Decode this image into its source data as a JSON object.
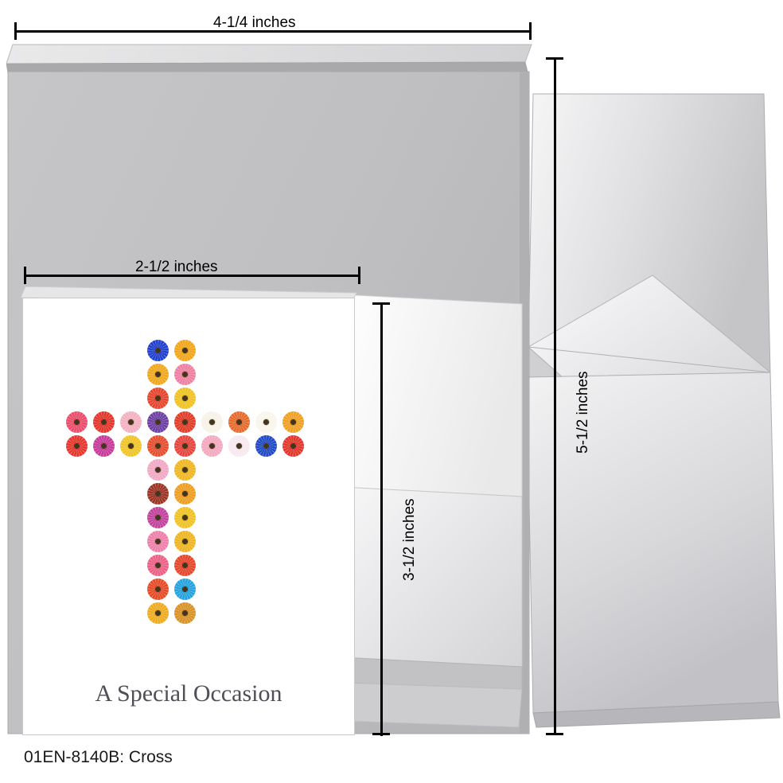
{
  "dimensions": {
    "card_width": "4-1/4 inches",
    "card_height": "5-1/2 inches",
    "front_width": "2-1/2 inches",
    "front_height": "3-1/2 inches"
  },
  "caption": {
    "text": "01EN-8140B: Cross"
  },
  "card": {
    "title": "A Special Occasion",
    "artwork_name": "flower-cross"
  },
  "colors": {
    "card_gray": "#c0c0c0",
    "card_gray_dark": "#b3b3b3",
    "envelope_gray": "#d6d6d8",
    "line_black": "#000000",
    "title_gray": "#4f4f57"
  },
  "artwork": {
    "cells": [
      {
        "r": 0,
        "c": 3,
        "color": "#1f3fcf"
      },
      {
        "r": 0,
        "c": 4,
        "color": "#f2a617"
      },
      {
        "r": 1,
        "c": 3,
        "color": "#f0a81b"
      },
      {
        "r": 1,
        "c": 4,
        "color": "#ef7fa0"
      },
      {
        "r": 2,
        "c": 3,
        "color": "#e8432c"
      },
      {
        "r": 2,
        "c": 4,
        "color": "#efc221"
      },
      {
        "r": 3,
        "c": 0,
        "color": "#ee4b6a"
      },
      {
        "r": 3,
        "c": 1,
        "color": "#e5342a"
      },
      {
        "r": 3,
        "c": 2,
        "color": "#f3b0c0"
      },
      {
        "r": 3,
        "c": 3,
        "color": "#6d3fa3"
      },
      {
        "r": 3,
        "c": 4,
        "color": "#e33b27"
      },
      {
        "r": 3,
        "c": 5,
        "color": "#f6f2e6"
      },
      {
        "r": 3,
        "c": 6,
        "color": "#e86a2a"
      },
      {
        "r": 3,
        "c": 7,
        "color": "#f8f5ea"
      },
      {
        "r": 3,
        "c": 8,
        "color": "#f0a020"
      },
      {
        "r": 4,
        "c": 0,
        "color": "#e8342c"
      },
      {
        "r": 4,
        "c": 1,
        "color": "#c7399b"
      },
      {
        "r": 4,
        "c": 2,
        "color": "#f1c425"
      },
      {
        "r": 4,
        "c": 3,
        "color": "#e74d2c"
      },
      {
        "r": 4,
        "c": 4,
        "color": "#e8433a"
      },
      {
        "r": 4,
        "c": 5,
        "color": "#f4a7bf"
      },
      {
        "r": 4,
        "c": 6,
        "color": "#f7e9ef"
      },
      {
        "r": 4,
        "c": 7,
        "color": "#1f49c6"
      },
      {
        "r": 4,
        "c": 8,
        "color": "#e4352a"
      },
      {
        "r": 5,
        "c": 3,
        "color": "#f2a7c4"
      },
      {
        "r": 5,
        "c": 4,
        "color": "#efb620"
      },
      {
        "r": 6,
        "c": 3,
        "color": "#9c3322"
      },
      {
        "r": 6,
        "c": 4,
        "color": "#ef9d1e"
      },
      {
        "r": 7,
        "c": 3,
        "color": "#c3409c"
      },
      {
        "r": 7,
        "c": 4,
        "color": "#f0c221"
      },
      {
        "r": 8,
        "c": 3,
        "color": "#ef7fa8"
      },
      {
        "r": 8,
        "c": 4,
        "color": "#efb51f"
      },
      {
        "r": 9,
        "c": 3,
        "color": "#ee5f86"
      },
      {
        "r": 9,
        "c": 4,
        "color": "#e8442a"
      },
      {
        "r": 10,
        "c": 3,
        "color": "#e94a26"
      },
      {
        "r": 10,
        "c": 4,
        "color": "#22a3e0"
      },
      {
        "r": 11,
        "c": 3,
        "color": "#efab1c"
      },
      {
        "r": 11,
        "c": 4,
        "color": "#d99224"
      }
    ]
  }
}
